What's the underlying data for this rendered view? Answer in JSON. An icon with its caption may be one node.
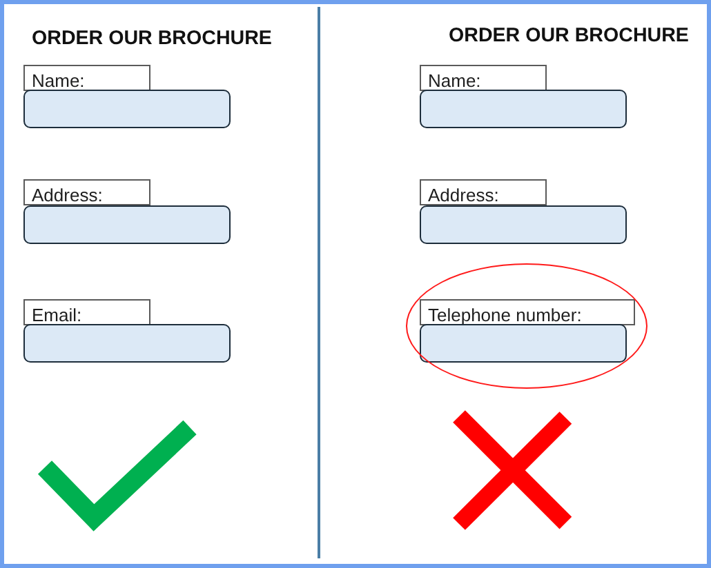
{
  "diagram": {
    "nodes": [
      {
        "text": [
          "Name:"
        ]
      },
      {
        "text": [],
        "shape": "box"
      },
      {
        "text": [
          "Address:"
        ]
      },
      {
        "text": [],
        "shape": "box"
      },
      {
        "text": [
          "Email:"
        ]
      },
      {
        "text": [],
        "shape": "box"
      },
      {
        "text": [
          "Name:"
        ]
      },
      {
        "text": [],
        "shape": "box"
      },
      {
        "text": [
          "Address:"
        ]
      },
      {
        "text": [],
        "shape": "box"
      },
      {
        "text": [],
        "shape": "ellipse"
      },
      {
        "text": [
          "Telephone number:"
        ],
        "in": 10
      },
      {
        "text": [],
        "shape": "box",
        "in": 10
      }
    ],
    "labels": [
      "ORDER OUR BROCHURE",
      "ORDER OUR BROCHURE"
    ]
  }
}
